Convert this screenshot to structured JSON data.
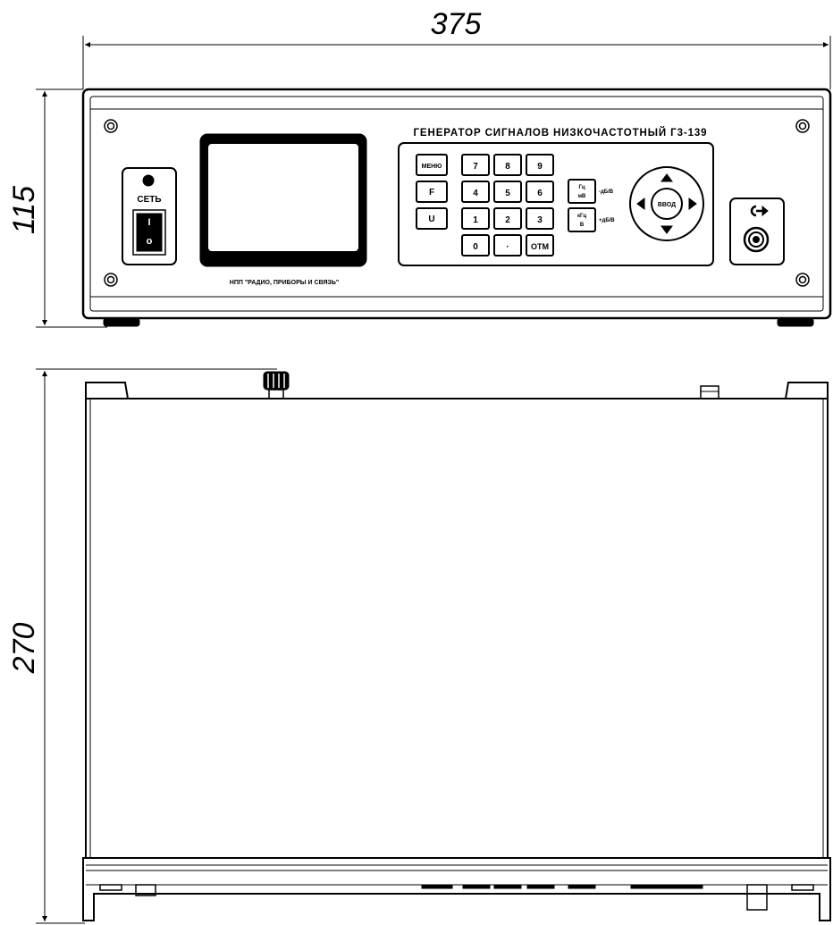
{
  "dimensions": {
    "width": "375",
    "height": "115",
    "depth": "270"
  },
  "front_panel": {
    "title": "ГЕНЕРАТОР СИГНАЛОВ НИЗКОЧАСТОТНЫЙ Г3-139",
    "maker": "НПП \"РАДИО, ПРИБОРЫ И СВЯЗЬ\"",
    "power_label": "СЕТЬ",
    "switch_on": "I",
    "switch_off": "o",
    "menu_keys": [
      "МЕНЮ",
      "F",
      "U"
    ],
    "numpad": [
      "7",
      "8",
      "9",
      "4",
      "5",
      "6",
      "1",
      "2",
      "3",
      "0",
      "·",
      "ОТМ"
    ],
    "unit_key_1": {
      "top": "Гц",
      "bottom": "мВ",
      "side": "-дБ/В"
    },
    "unit_key_2": {
      "top": "кГц",
      "bottom": "В",
      "side": "+дБ/В"
    },
    "enter_label": "ВВОД"
  },
  "colors": {
    "line": "#000000",
    "background": "#ffffff"
  }
}
